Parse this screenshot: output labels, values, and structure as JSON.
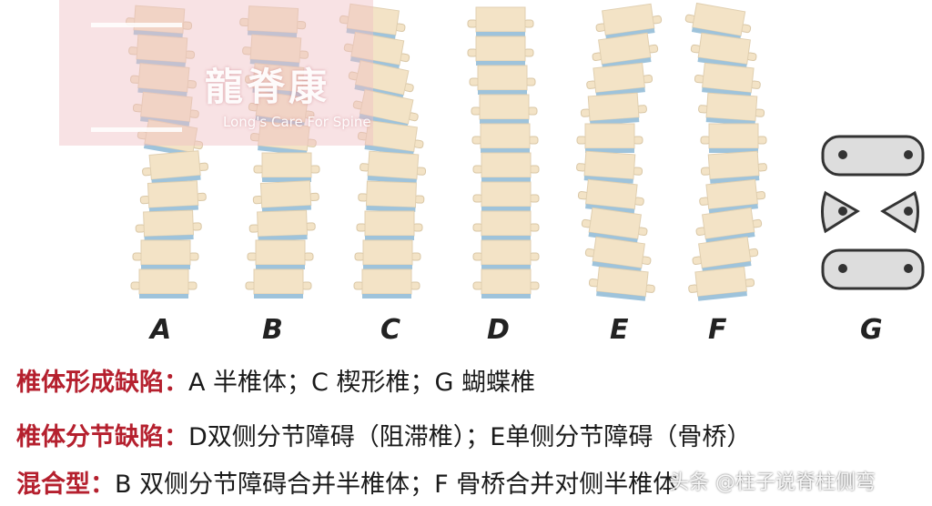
{
  "logo": {
    "name_cn": "龍脊康",
    "name_en": "Long's Care For Spine"
  },
  "labels": [
    "A",
    "B",
    "C",
    "D",
    "E",
    "F",
    "G"
  ],
  "lines": [
    {
      "key": "椎体形成缺陷：",
      "text": "A 半椎体；C 楔形椎；G 蝴蝶椎"
    },
    {
      "key": "椎体分节缺陷：",
      "text": "D双侧分节障碍（阻滞椎）；E单侧分节障碍（骨桥）"
    },
    {
      "key": "混合型：",
      "text": "B 双侧分节障碍合并半椎体；F 骨桥合并对侧半椎体"
    }
  ],
  "watermark": "头条 @柱子说脊柱侧弯",
  "colors": {
    "bone": "#f3e3c6",
    "disc": "#9ec3db",
    "keyword": "#b5202e"
  }
}
